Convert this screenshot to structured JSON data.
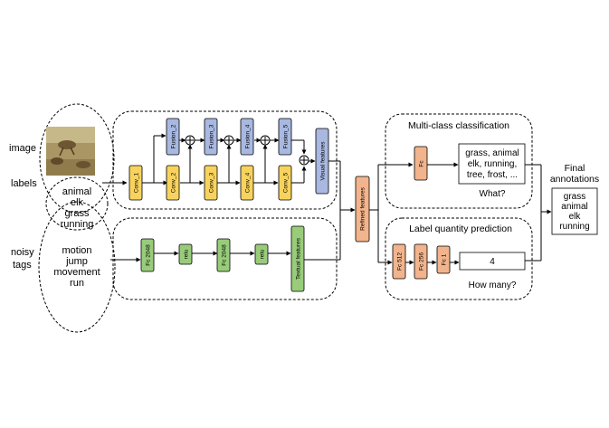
{
  "left_labels": {
    "image": "image",
    "labels": "labels",
    "noisy_tags_line1": "noisy",
    "noisy_tags_line2": "tags"
  },
  "label_words": [
    "animal",
    "elk",
    "grass",
    "running"
  ],
  "tag_words": [
    "motion",
    "jump",
    "movement",
    "run"
  ],
  "visual_branch": {
    "conv": [
      "Conv_1",
      "Conv_2",
      "Conv_3",
      "Conv_4",
      "Conv_5"
    ],
    "fusion": [
      "Fusion_2",
      "Fusion_3",
      "Fusion_4",
      "Fusion_5"
    ],
    "output": "Visual features"
  },
  "text_branch": {
    "layers": [
      "Fc 2048",
      "relu",
      "Fc 2048",
      "relu"
    ],
    "output": "Textual features"
  },
  "refined": "Refined features",
  "classification": {
    "title": "Multi-class classification",
    "fc": "Fc",
    "result_lines": [
      "grass, animal",
      "elk, running,",
      "tree, frost, ..."
    ],
    "question": "What?"
  },
  "quantity": {
    "title": "Label quantity prediction",
    "layers": [
      "Fc 512",
      "Fc 256",
      "Fc 1"
    ],
    "value": "4",
    "question": "How many?"
  },
  "final": {
    "title_line1": "Final",
    "title_line2": "annotations",
    "items": [
      "grass",
      "animal",
      "elk",
      "running"
    ]
  },
  "colors": {
    "conv_fill": "#f7d35e",
    "fusion_fill": "#a8b8e0",
    "visual_fill": "#a8b8e0",
    "text_fill": "#98cc7a",
    "refined_fill": "#f2b48c",
    "fc_fill": "#f2b48c"
  }
}
